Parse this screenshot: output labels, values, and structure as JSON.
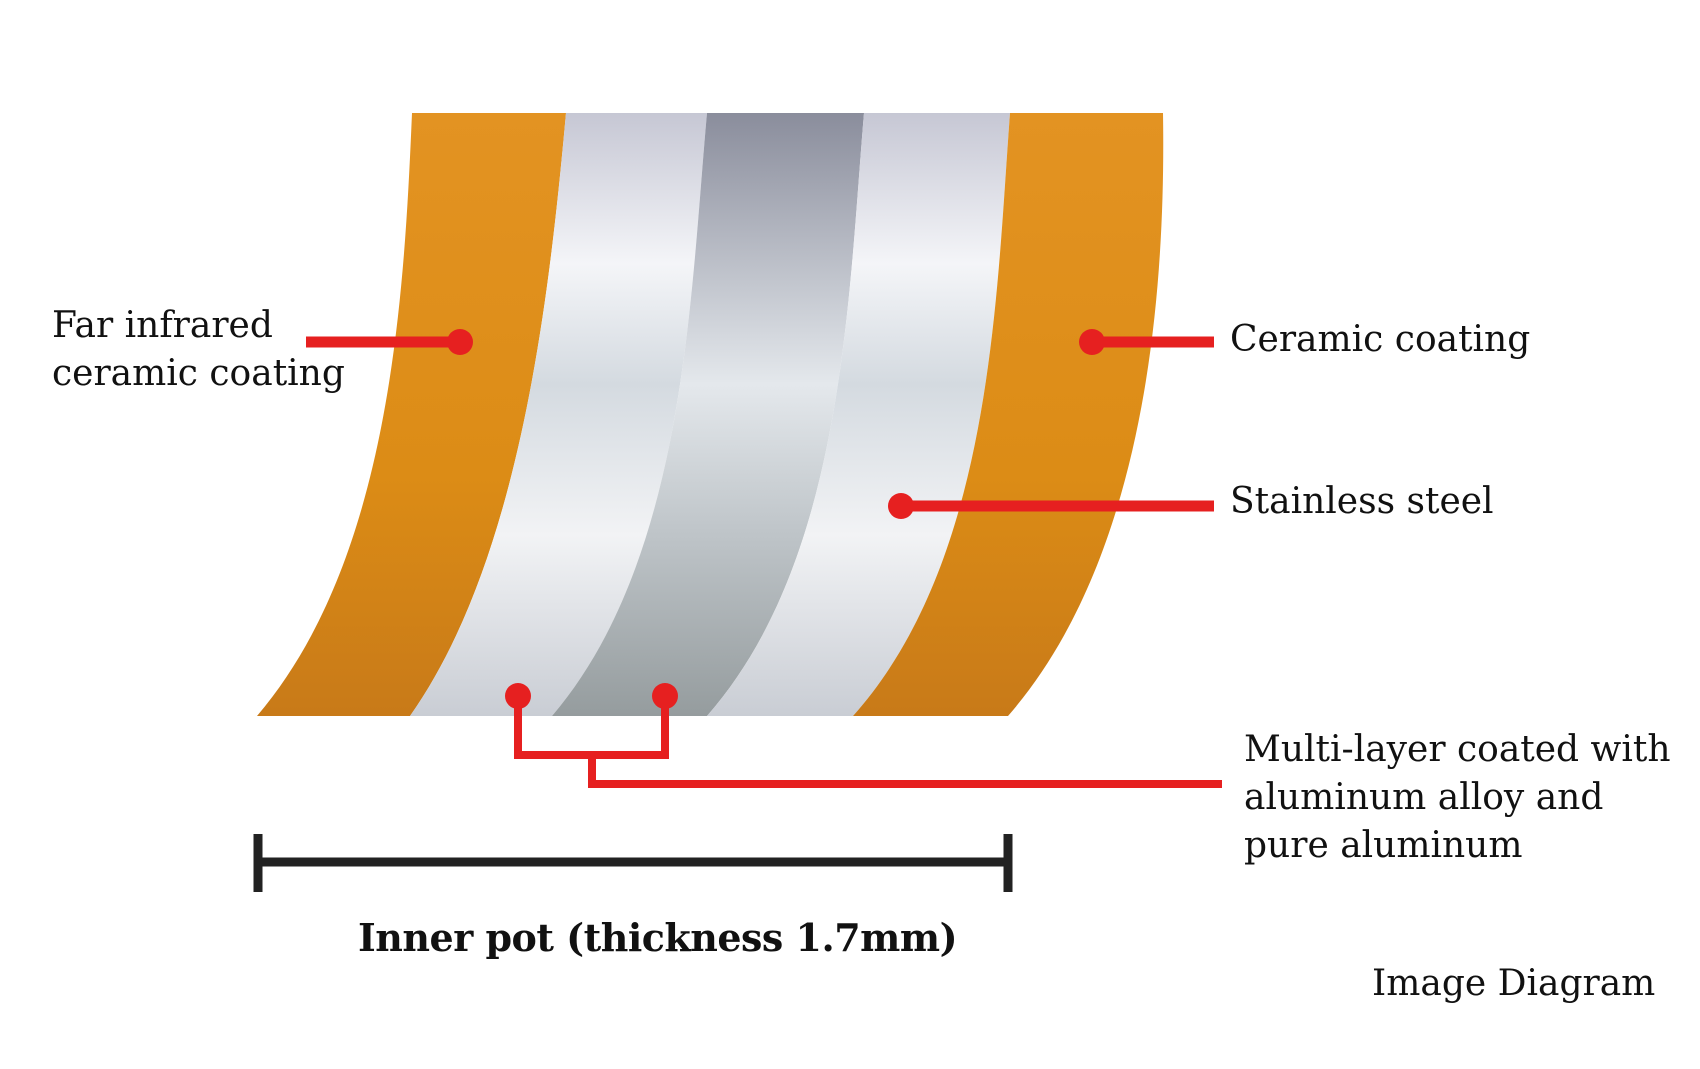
{
  "labels": {
    "far_infrared_line1": "Far infrared",
    "far_infrared_line2": "ceramic coating",
    "ceramic_coating": "Ceramic coating",
    "stainless_steel": "Stainless steel",
    "multilayer_line1": "Multi-layer coated with",
    "multilayer_line2": "aluminum alloy and",
    "multilayer_line3": "pure aluminum",
    "thickness": "Inner pot (thickness 1.7mm)",
    "image_diagram": "Image Diagram"
  },
  "colors": {
    "ceramic_orange": "#e09020",
    "ceramic_orange_dark": "#c87a18",
    "steel_light": "#e6e8ee",
    "aluminum_dark": "#8c909c",
    "callout_red": "#e62020",
    "scale_bar": "#222222"
  }
}
